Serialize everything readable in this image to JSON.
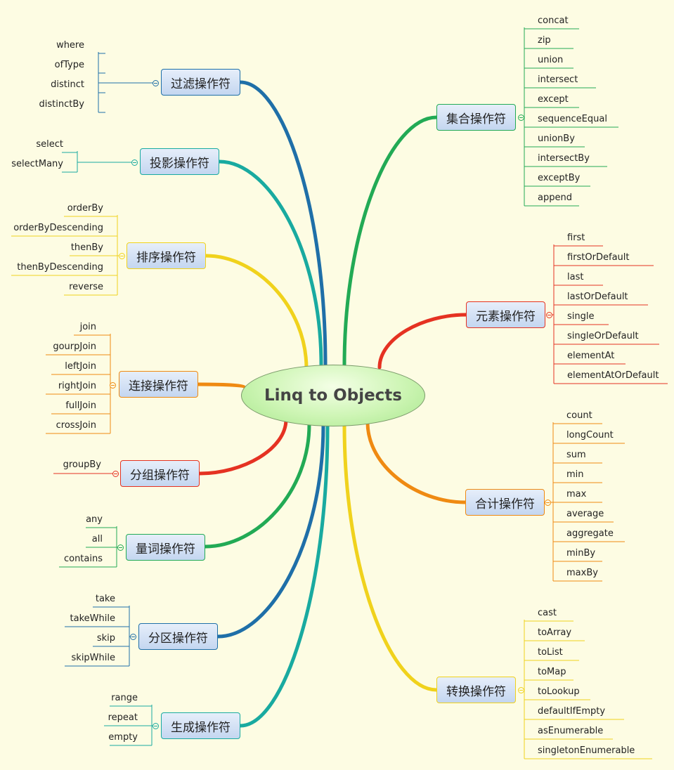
{
  "root": {
    "label": "Linq to Objects"
  },
  "colors": {
    "blue": "#1f6fa8",
    "teal": "#19aaa0",
    "yellow": "#f0d21c",
    "orange": "#ef8a12",
    "red": "#e53222",
    "green": "#22aa55"
  },
  "groups": [
    {
      "id": "filter",
      "label": "过滤操作符",
      "color": "blue",
      "side": "left",
      "items": [
        "where",
        "ofType",
        "distinct",
        "distinctBy"
      ]
    },
    {
      "id": "projection",
      "label": "投影操作符",
      "color": "teal",
      "side": "left",
      "items": [
        "select",
        "selectMany"
      ]
    },
    {
      "id": "sort",
      "label": "排序操作符",
      "color": "yellow",
      "side": "left",
      "items": [
        "orderBy",
        "orderByDescending",
        "thenBy",
        "thenByDescending",
        "reverse"
      ]
    },
    {
      "id": "join",
      "label": "连接操作符",
      "color": "orange",
      "side": "left",
      "items": [
        "join",
        "gourpJoin",
        "leftJoin",
        "rightJoin",
        "fullJoin",
        "crossJoin"
      ]
    },
    {
      "id": "group",
      "label": "分组操作符",
      "color": "red",
      "side": "left",
      "items": [
        "groupBy"
      ]
    },
    {
      "id": "quantifier",
      "label": "量词操作符",
      "color": "green",
      "side": "left",
      "items": [
        "any",
        "all",
        "contains"
      ]
    },
    {
      "id": "partition",
      "label": "分区操作符",
      "color": "blue",
      "side": "left",
      "items": [
        "take",
        "takeWhile",
        "skip",
        "skipWhile"
      ]
    },
    {
      "id": "generation",
      "label": "生成操作符",
      "color": "teal",
      "side": "left",
      "items": [
        "range",
        "repeat",
        "empty"
      ]
    },
    {
      "id": "set",
      "label": "集合操作符",
      "color": "green",
      "side": "right",
      "items": [
        "concat",
        "zip",
        "union",
        "intersect",
        "except",
        "sequenceEqual",
        "unionBy",
        "intersectBy",
        "exceptBy",
        "append"
      ]
    },
    {
      "id": "element",
      "label": "元素操作符",
      "color": "red",
      "side": "right",
      "items": [
        "first",
        "firstOrDefault",
        "last",
        "lastOrDefault",
        "single",
        "singleOrDefault",
        "elementAt",
        "elementAtOrDefault"
      ]
    },
    {
      "id": "aggregate",
      "label": "合计操作符",
      "color": "orange",
      "side": "right",
      "items": [
        "count",
        "longCount",
        "sum",
        "min",
        "max",
        "average",
        "aggregate",
        "minBy",
        "maxBy"
      ]
    },
    {
      "id": "conversion",
      "label": "转换操作符",
      "color": "yellow",
      "side": "right",
      "items": [
        "cast",
        "toArray",
        "toList",
        "toMap",
        "toLookup",
        "defaultIfEmpty",
        "asEnumerable",
        "singletonEnumerable"
      ]
    }
  ]
}
